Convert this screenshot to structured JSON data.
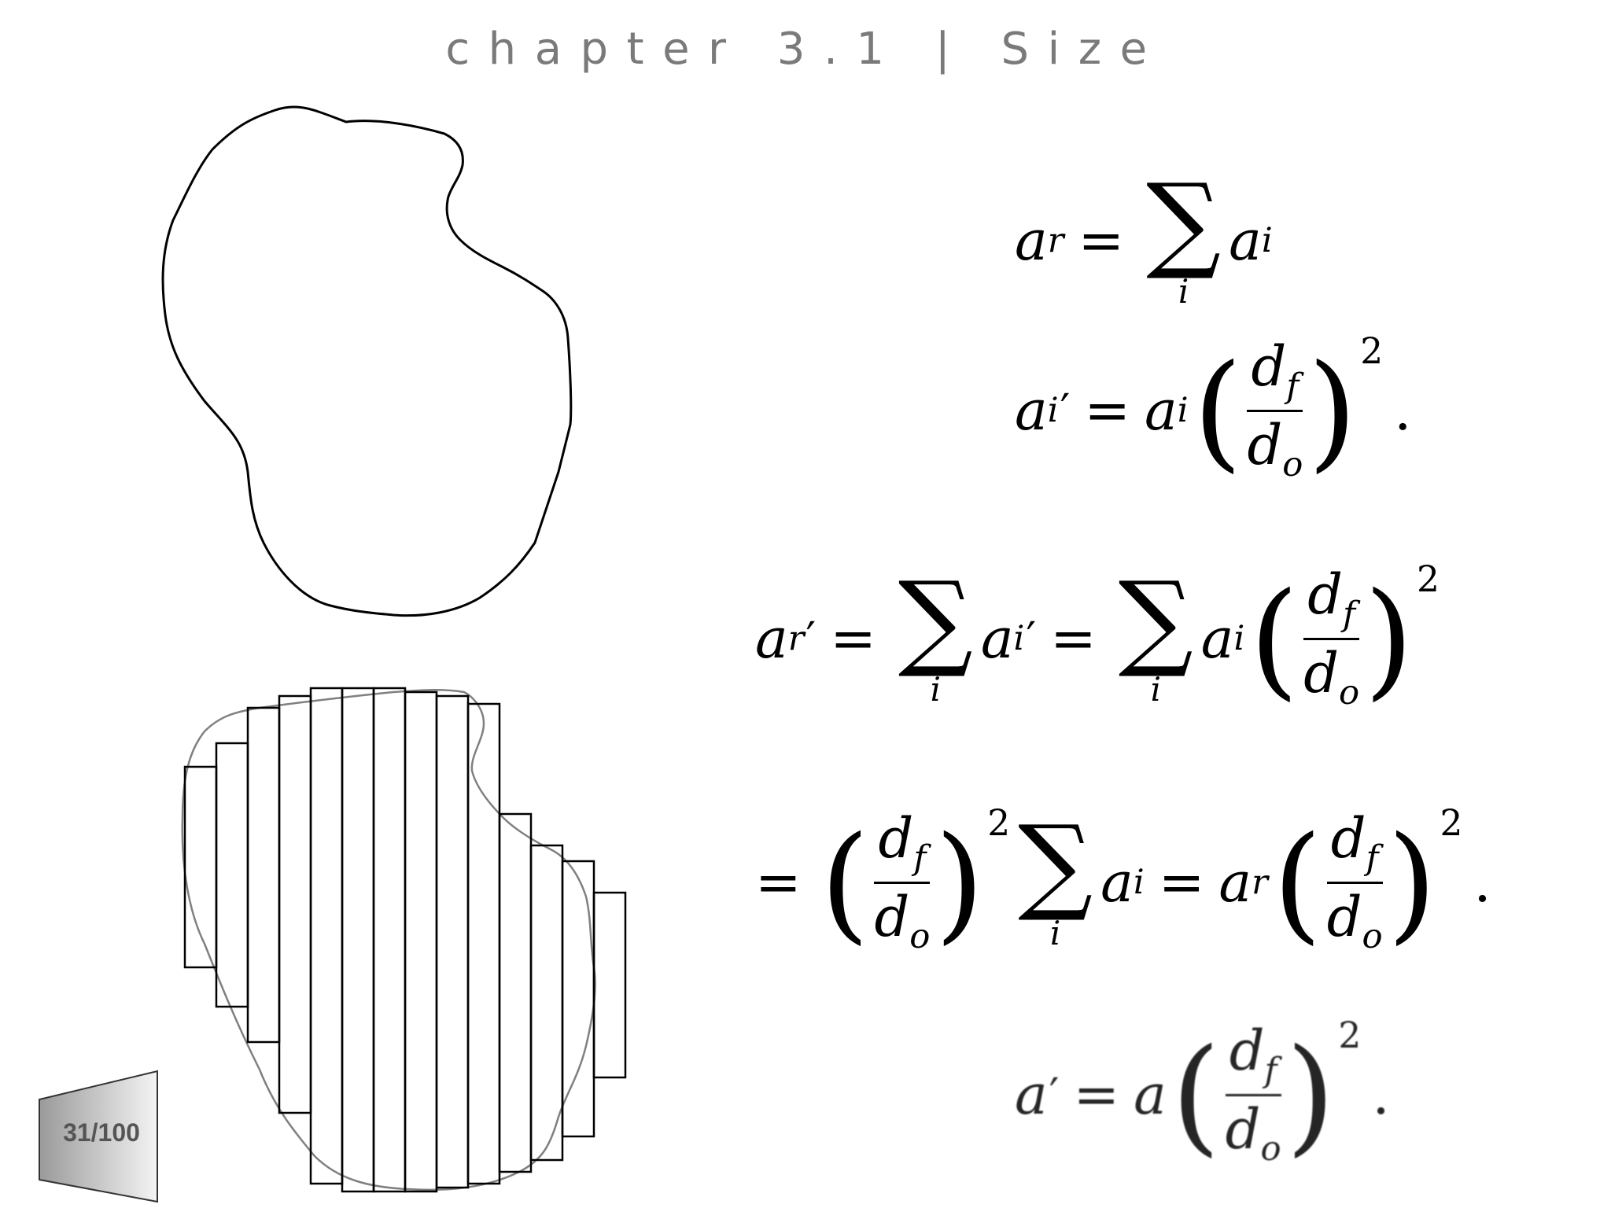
{
  "slide": {
    "title": "chapter 3.1 | Size",
    "page_indicator": "31/100"
  },
  "equations": {
    "eq1": {
      "lhs": "a",
      "lhs_sub": "r",
      "equals": "=",
      "sum_index": "i",
      "rhs": "a",
      "rhs_sub": "i"
    },
    "eq2": {
      "lhs": "a",
      "lhs_sub": "i",
      "prime": "′",
      "equals": "=",
      "rhs": "a",
      "rhs_sub": "i",
      "num": "d",
      "num_sub": "f",
      "den": "d",
      "den_sub": "o",
      "exp": "2",
      "end": "."
    },
    "eq3": {
      "lhs": "a",
      "lhs_sub": "r",
      "prime": "′",
      "equals": "=",
      "sum_index": "i",
      "mid": "a",
      "mid_sub": "i",
      "rhs": "a",
      "rhs_sub": "i",
      "num": "d",
      "num_sub": "f",
      "den": "d",
      "den_sub": "o",
      "exp": "2"
    },
    "eq4": {
      "equals": "=",
      "num": "d",
      "num_sub": "f",
      "den": "d",
      "den_sub": "o",
      "exp": "2",
      "sum_index": "i",
      "mid": "a",
      "mid_sub": "i",
      "rhs": "a",
      "rhs_sub": "r",
      "end": "."
    },
    "eq5": {
      "lhs": "a",
      "prime": "′",
      "equals": "=",
      "rhs": "a",
      "num": "d",
      "num_sub": "f",
      "den": "d",
      "den_sub": "o",
      "exp": "2",
      "end": "."
    }
  },
  "symbols": {
    "sigma": "∑",
    "lparen": "(",
    "rparen": ")"
  },
  "colors": {
    "title": "#7a7a7a",
    "outline": "#000000",
    "overlay_outline": "#808080"
  }
}
